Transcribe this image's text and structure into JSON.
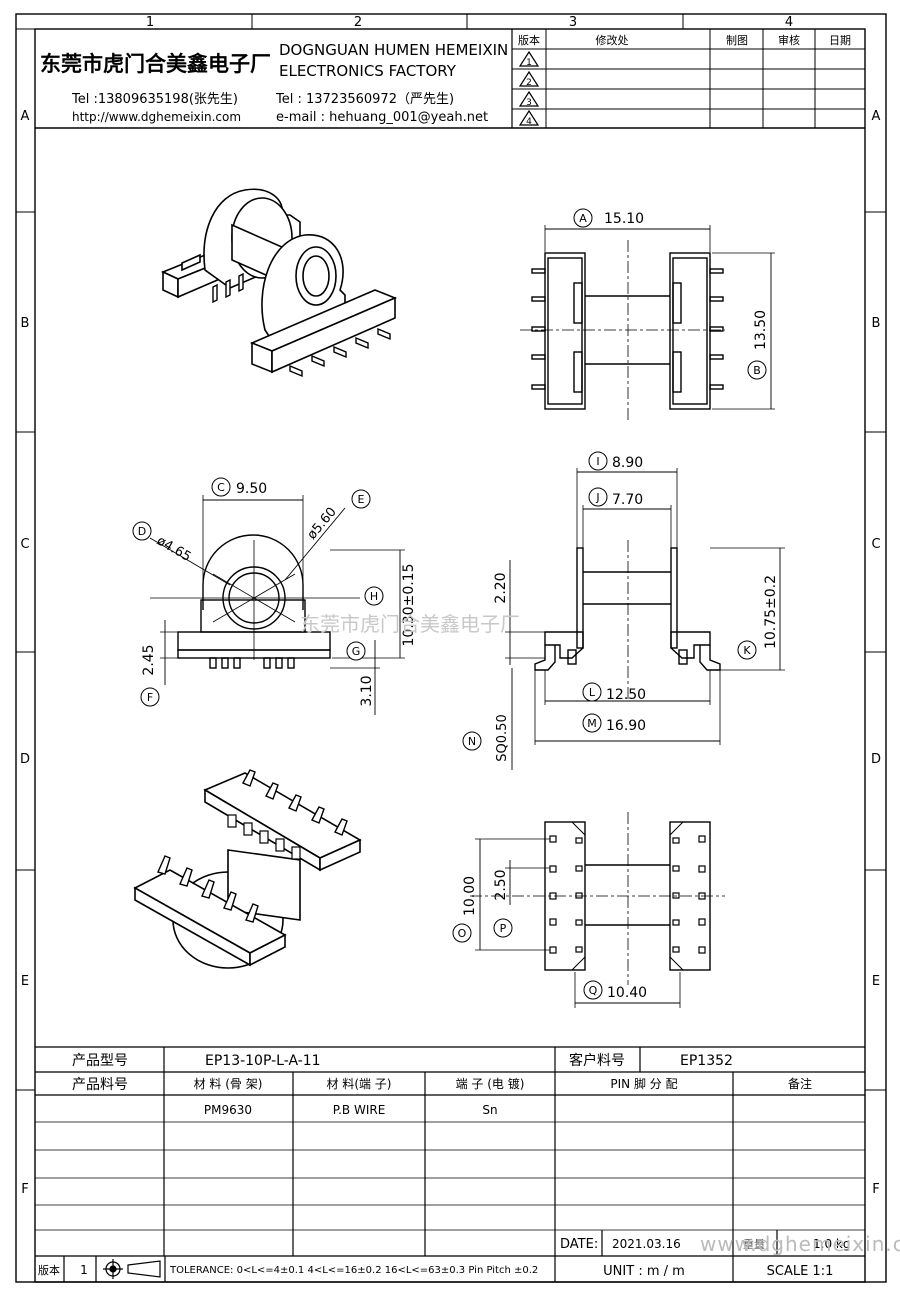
{
  "grid": {
    "columns": [
      "1",
      "2",
      "3",
      "4"
    ],
    "rows": [
      "A",
      "B",
      "C",
      "D",
      "E",
      "F"
    ]
  },
  "company": {
    "name_cn": "东莞市虎门合美鑫电子厂",
    "name_en_1": "DOGNGUAN HUMEN HEMEIXIN",
    "name_en_2": "ELECTRONICS FACTORY",
    "tel1": "Tel :13809635198(张先生)",
    "website": "http://www.dghemeixin.com",
    "tel2": "Tel : 13723560972（严先生)",
    "email": "e-mail : hehuang_001@yeah.net"
  },
  "revision_table": {
    "headers": [
      "版本",
      "修改处",
      "制图",
      "审核",
      "日期"
    ],
    "rev_marks": [
      "1",
      "2",
      "3",
      "4"
    ]
  },
  "dimensions": {
    "A": {
      "letter": "A",
      "value": "15.10"
    },
    "B": {
      "letter": "B",
      "value": "13.50"
    },
    "C": {
      "letter": "C",
      "value": "9.50"
    },
    "D": {
      "letter": "D",
      "value": "ø4.65"
    },
    "E": {
      "letter": "E",
      "value": "ø5.60"
    },
    "F": {
      "letter": "F",
      "value": "2.45"
    },
    "G": {
      "letter": "G",
      "value": "3.10"
    },
    "H": {
      "letter": "H",
      "value": "10.30±0.15"
    },
    "I": {
      "letter": "I",
      "value": "8.90"
    },
    "J": {
      "letter": "J",
      "value": "7.70"
    },
    "K": {
      "letter": "K",
      "value": "10.75±0.2"
    },
    "K2": {
      "value": "2.20"
    },
    "L": {
      "letter": "L",
      "value": "12.50"
    },
    "M": {
      "letter": "M",
      "value": "16.90"
    },
    "N": {
      "letter": "N",
      "value": "SQ0.50"
    },
    "O": {
      "letter": "O",
      "value": "10.00"
    },
    "P": {
      "letter": "P",
      "value": "2.50"
    },
    "Q": {
      "letter": "Q",
      "value": "10.40"
    }
  },
  "watermark_text": "东莞市虎门合美鑫电子厂",
  "product": {
    "model_label": "产品型号",
    "model_value": "EP13-10P-L-A-11",
    "customer_label": "客户料号",
    "customer_value": "EP1352",
    "part_label": "产品料号",
    "col_material_frame": "材 料 (骨 架)",
    "col_material_terminal": "材 料(端 子)",
    "col_terminal_plating": "端 子 (电 镀)",
    "col_pin": "PIN 脚 分 配",
    "col_note": "备注",
    "material_frame": "PM9630",
    "material_terminal": "P.B WIRE",
    "terminal_plating": "Sn"
  },
  "footer": {
    "version_label": "版本",
    "version_value": "1",
    "tolerance": "TOLERANCE:  0<L<=4±0.1  4<L<=16±0.2  16<L<=63±0.3  Pin Pitch  ±0.2",
    "date_label": "DATE:",
    "date_value": "2021.03.16",
    "weight_value": "1.0 kg",
    "weight_label": "重量",
    "unit": "UNIT  :  m / m",
    "scale": "SCALE    1:1",
    "watermark_url": "www.dghemeixin.com"
  }
}
